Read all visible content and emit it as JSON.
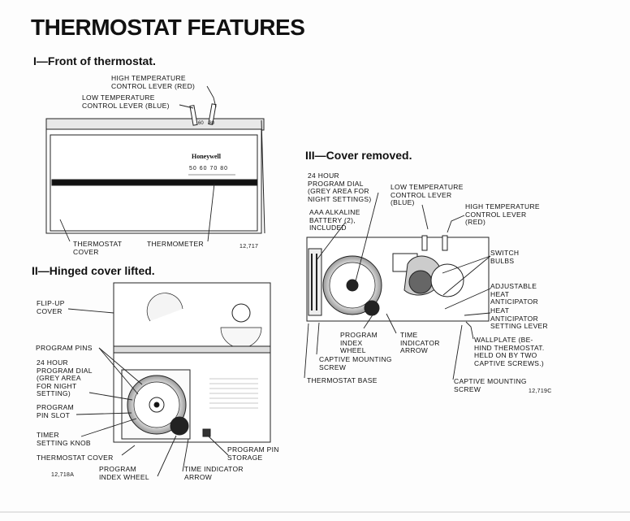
{
  "title": "THERMOSTAT FEATURES",
  "sections": {
    "front": {
      "heading": "I—Front of thermostat.",
      "brand": "Honeywell",
      "scale": "50 60 70 80",
      "lever_marks": "60    80",
      "labels": {
        "high_lever": "HIGH TEMPERATURE\nCONTROL LEVER (RED)",
        "low_lever": "LOW TEMPERATURE\nCONTROL LEVER (BLUE)",
        "cover": "THERMOSTAT\nCOVER",
        "thermometer": "THERMOMETER"
      },
      "code": "12,717"
    },
    "hinged": {
      "heading": "II—Hinged cover lifted.",
      "labels": {
        "flip_up": "FLIP-UP\nCOVER",
        "pins": "PROGRAM PINS",
        "dial": "24 HOUR\nPROGRAM DIAL\n(GREY AREA\nFOR NIGHT\nSETTING)",
        "pin_slot": "PROGRAM\nPIN SLOT",
        "timer_knob": "TIMER\nSETTING KNOB",
        "cover": "THERMOSTAT COVER",
        "index_wheel": "PROGRAM\nINDEX WHEEL",
        "time_arrow": "TIME INDICATOR\nARROW",
        "pin_storage": "PROGRAM PIN\nSTORAGE"
      },
      "code": "12,718A"
    },
    "removed": {
      "heading": "III—Cover removed.",
      "labels": {
        "dial": "24 HOUR\nPROGRAM DIAL\n(GREY AREA FOR\nNIGHT SETTINGS)",
        "low_lever": "LOW TEMPERATURE\nCONTROL LEVER\n(BLUE)",
        "high_lever": "HIGH TEMPERATURE\nCONTROL LEVER\n(RED)",
        "battery": "AAA ALKALINE\nBATTERY (2),\nINCLUDED",
        "switch": "SWITCH\nBULBS",
        "heat_adj": "ADJUSTABLE\nHEAT\nANTICIPATOR",
        "heat_lever": "HEAT\nANTICIPATOR\nSETTING LEVER",
        "index_wheel": "PROGRAM\nINDEX\nWHEEL",
        "time_arrow": "TIME\nINDICATOR\nARROW",
        "captive": "CAPTIVE MOUNTING\nSCREW",
        "wallplate": "WALLPLATE (BE-\nHIND THERMOSTAT.\nHELD ON BY TWO\nCAPTIVE SCREWS.)",
        "captive2": "CAPTIVE MOUNTING\nSCREW",
        "base": "THERMOSTAT BASE"
      },
      "code": "12,719C"
    }
  }
}
